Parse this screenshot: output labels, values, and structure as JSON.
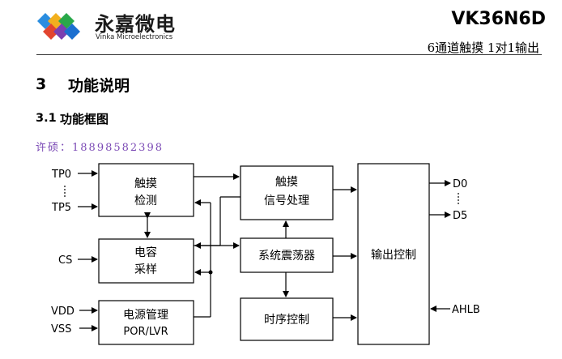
{
  "header": {
    "logo_name": "永嘉微电",
    "logo_sub": "Vinka Microelectronics",
    "model": "VK36N6D",
    "description": "6通道触摸 1对1输出"
  },
  "section": {
    "number": "3",
    "title": "功能说明"
  },
  "subsection": {
    "number": "3.1",
    "title": "功能框图"
  },
  "contact": "许硕：18898582398",
  "diagram": {
    "pins": {
      "tp0": "TP0",
      "tp5": "TP5",
      "cs": "CS",
      "vdd": "VDD",
      "vss": "VSS",
      "d0": "D0",
      "d5": "D5",
      "ahlb": "AHLB"
    },
    "blocks": {
      "touch_detect": [
        "触摸",
        "检测"
      ],
      "cap_sample": [
        "电容",
        "采样"
      ],
      "power": [
        "电源管理",
        "POR/LVR"
      ],
      "signal_proc": [
        "触摸",
        "信号处理"
      ],
      "oscillator": "系统震荡器",
      "timing": "时序控制",
      "output_ctrl": "输出控制"
    }
  },
  "colors": {
    "logo_blue": "#1b6fd0",
    "logo_green": "#28a745",
    "logo_orange": "#f39c12",
    "logo_red": "#e2452f",
    "logo_purple": "#7b3fb0",
    "contact": "#7b4ab5"
  }
}
